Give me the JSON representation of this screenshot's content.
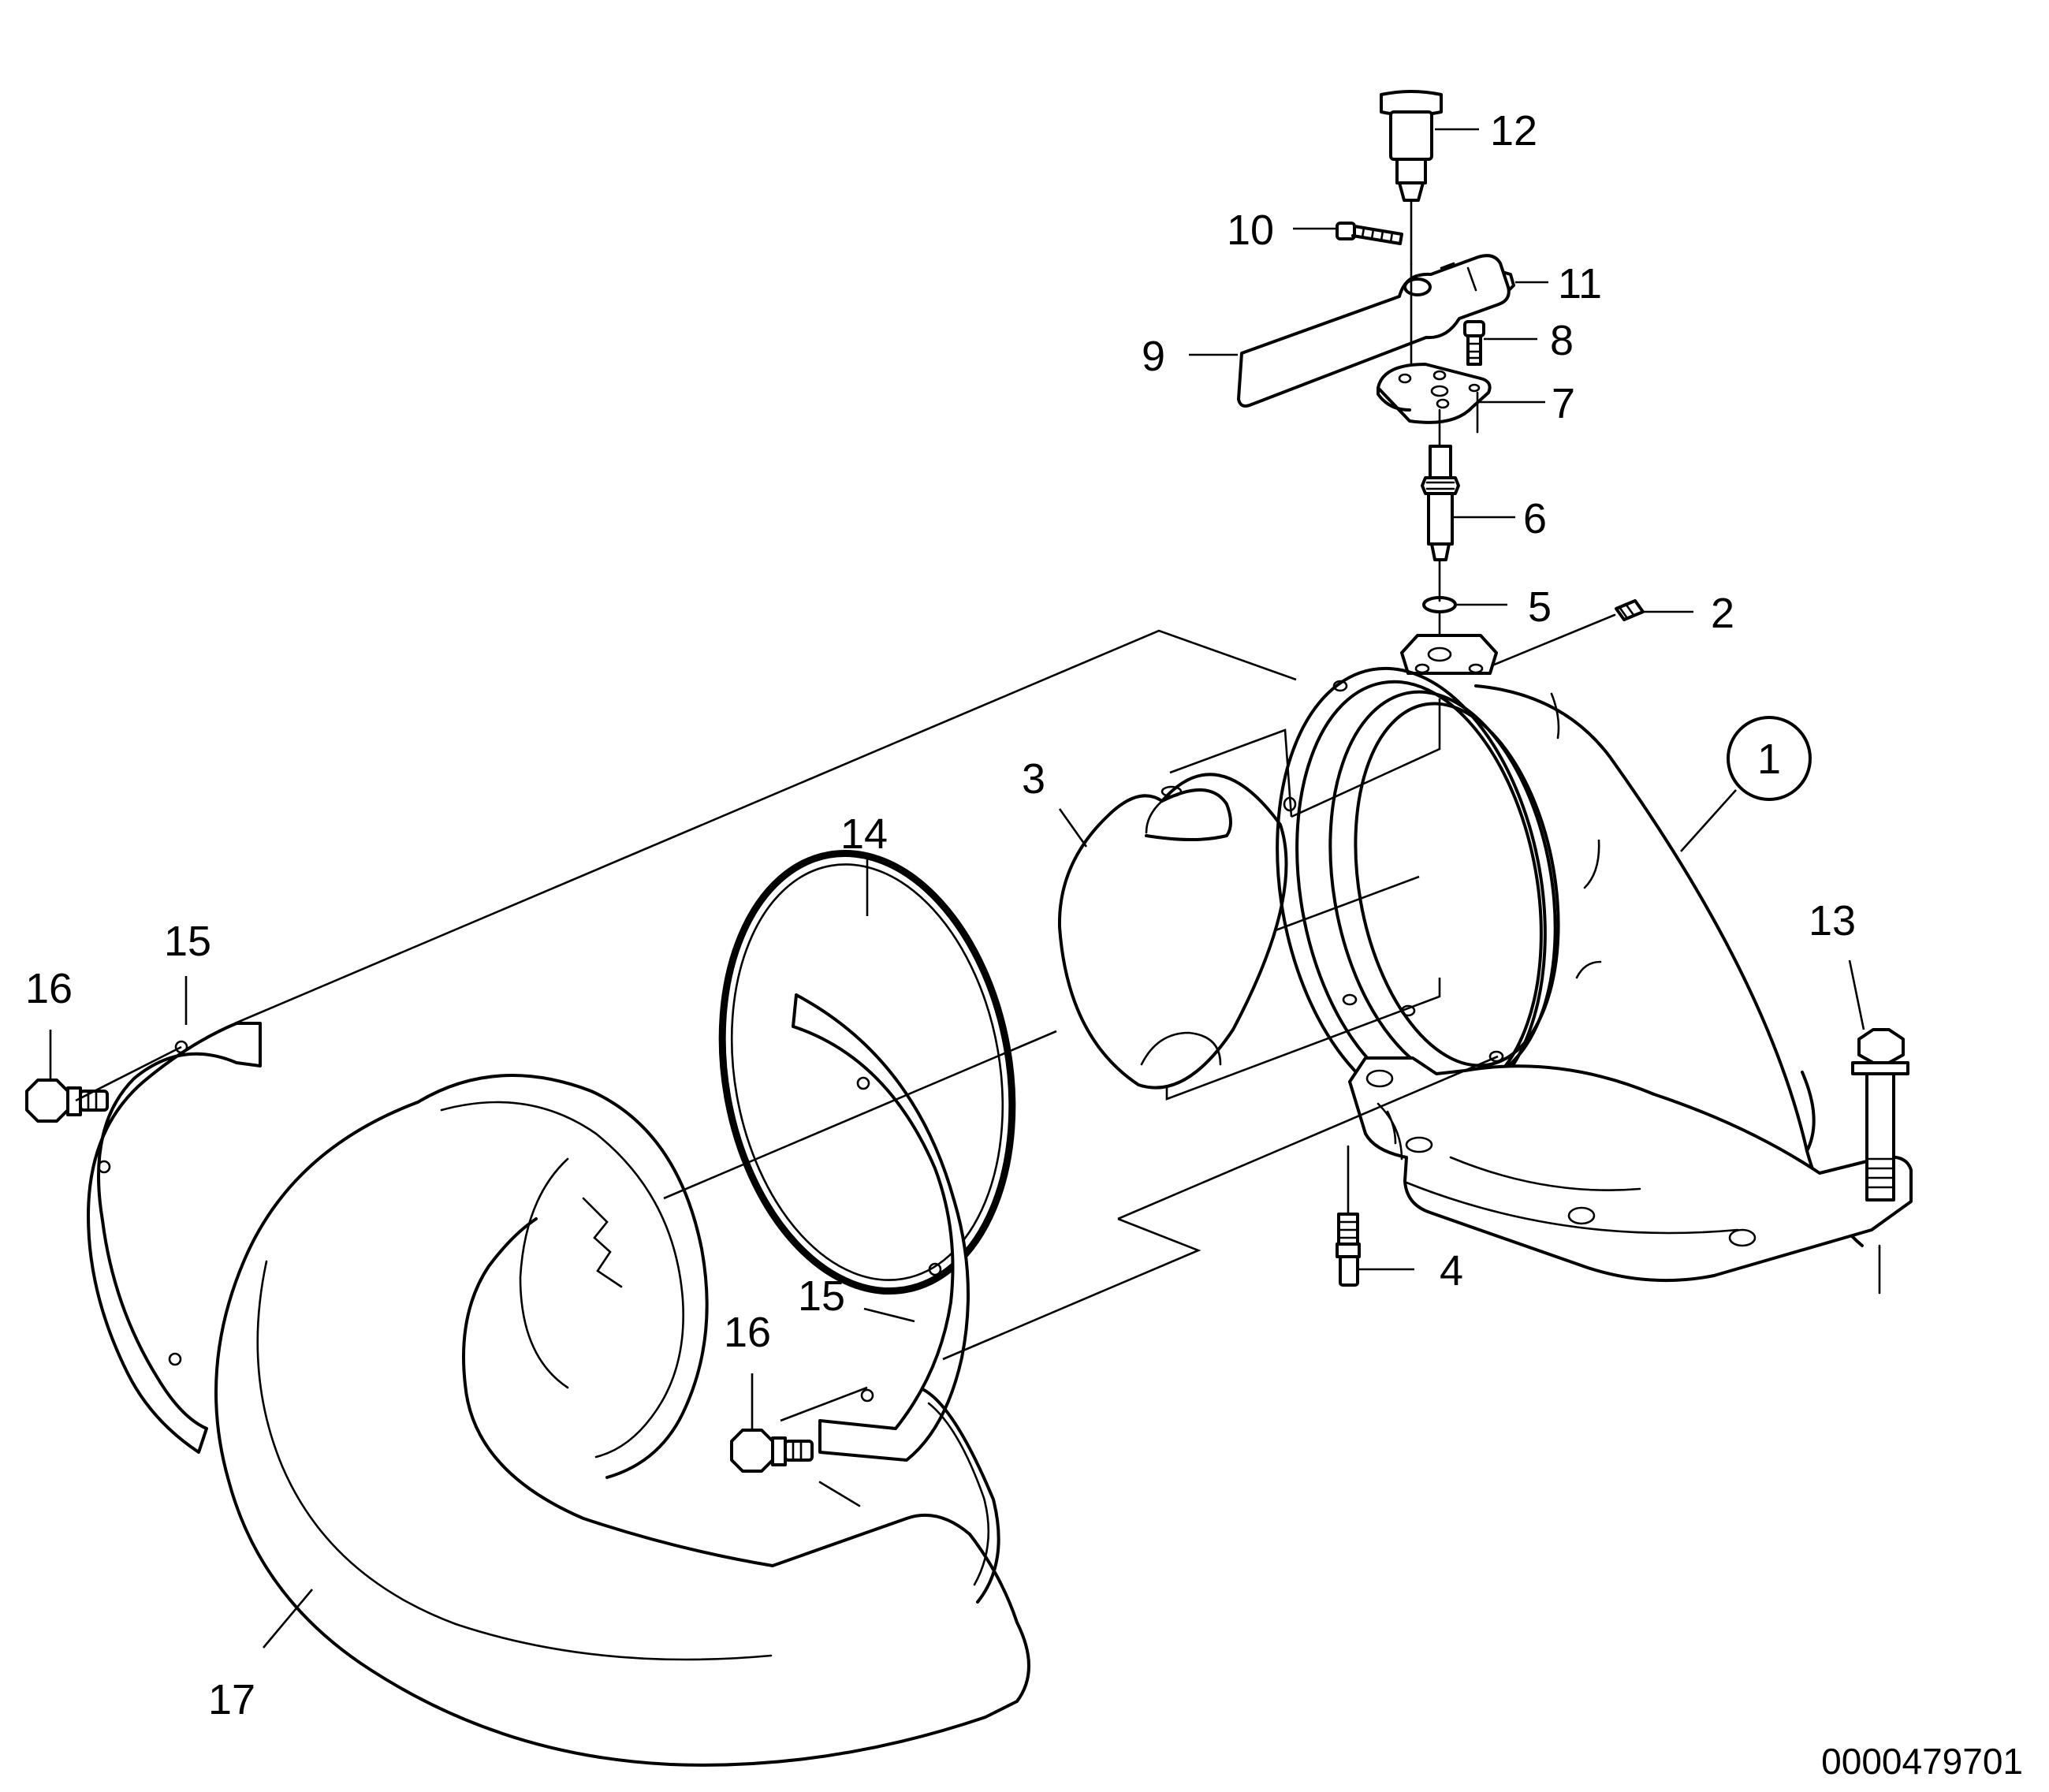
{
  "callouts": [
    {
      "id": "c1",
      "text": "1"
    },
    {
      "id": "c2",
      "text": "2"
    },
    {
      "id": "c3",
      "text": "3"
    },
    {
      "id": "c4",
      "text": "4"
    },
    {
      "id": "c5",
      "text": "5"
    },
    {
      "id": "c6",
      "text": "6"
    },
    {
      "id": "c7",
      "text": "7"
    },
    {
      "id": "c8",
      "text": "8"
    },
    {
      "id": "c9",
      "text": "9"
    },
    {
      "id": "c10",
      "text": "10"
    },
    {
      "id": "c11",
      "text": "11"
    },
    {
      "id": "c12",
      "text": "12"
    },
    {
      "id": "c13",
      "text": "13"
    },
    {
      "id": "c14",
      "text": "14"
    },
    {
      "id": "c15a",
      "text": "15"
    },
    {
      "id": "c15b",
      "text": "15"
    },
    {
      "id": "c16a",
      "text": "16"
    },
    {
      "id": "c16b",
      "text": "16"
    },
    {
      "id": "c17",
      "text": "17"
    }
  ],
  "document_number": "0000479701"
}
